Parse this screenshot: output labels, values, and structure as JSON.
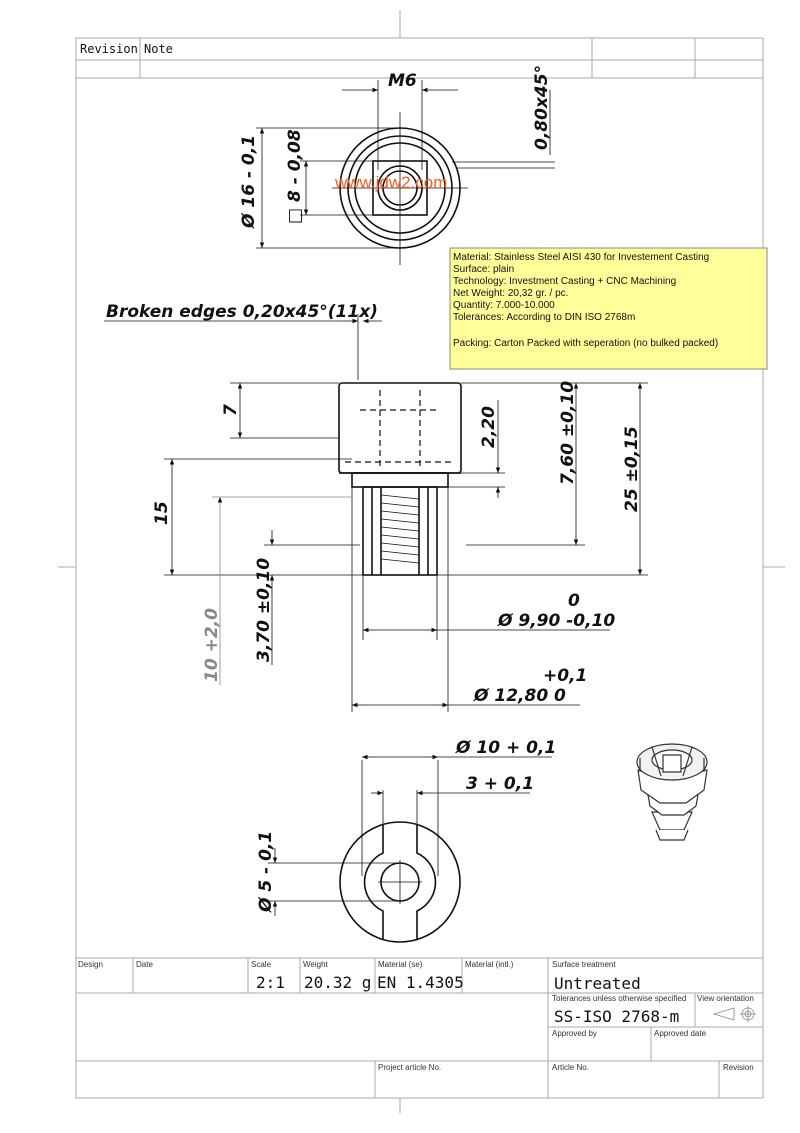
{
  "header": {
    "revision_label": "Revision",
    "note_label": "Note"
  },
  "watermark": "www.jdw2.com",
  "top_view": {
    "thread": "M6",
    "chamfer": "0,80x45°",
    "outer_diameter": "Ø 16 - 0,1",
    "square": "□ 8 - 0,08"
  },
  "note_box": {
    "background": "#ffff99",
    "lines": [
      "Material: Stainless Steel AISI 430 for Investement Casting",
      "Surface: plain",
      "Technology: Investment Casting + CNC Machining",
      "Net Weight: 20,32 gr. / pc.",
      "Quantity: 7.000-10.000",
      "Tolerances: According to DIN ISO 2768m",
      "",
      "Packing: Carton Packed with seperation (no bulked packed)"
    ]
  },
  "side_view": {
    "broken_edges": "Broken edges 0,20x45°(11x)",
    "dim_7": "7",
    "dim_220": "2,20",
    "dim_760": "7,60 ±0,10",
    "dim_25": "25 ±0,15",
    "dim_15": "15",
    "dim_370": "3,70 ±0,10",
    "dim_10": "10 +2,0",
    "dim_990_upper": "0",
    "dim_990": "Ø 9,90 -0,10",
    "dim_1280_upper": "+0,1",
    "dim_1280": "Ø 12,80   0"
  },
  "bottom_view": {
    "dim_10": "Ø 10 + 0,1",
    "dim_3": "3 + 0,1",
    "dim_5": "Ø 5 - 0,1"
  },
  "title_block": {
    "design_label": "Design",
    "date_label": "Date",
    "scale_label": "Scale",
    "scale_value": "2:1",
    "weight_label": "Weight",
    "weight_value": "20.32 g",
    "material_se_label": "Material (se)",
    "material_se_value": "EN 1.4305",
    "material_intl_label": "Material (intl.)",
    "surface_label": "Surface treatment",
    "surface_value": "Untreated",
    "tolerances_label": "Tolerances unless otherwise specified",
    "tolerances_value": "SS-ISO 2768-m",
    "view_label": "View orientation",
    "approved_by_label": "Approved by",
    "approved_date_label": "Approved date",
    "project_label": "Project article No.",
    "article_label": "Article No.",
    "revision_label": "Revision"
  }
}
